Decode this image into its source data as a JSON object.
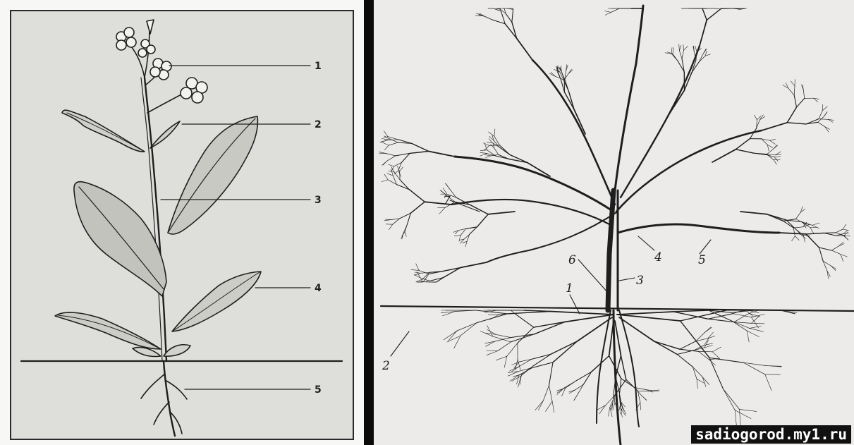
{
  "plant_figure": {
    "labels": [
      "1",
      "2",
      "3",
      "4",
      "5"
    ]
  },
  "tree_figure": {
    "labels": [
      "7",
      "6",
      "4",
      "5",
      "3",
      "1",
      "2"
    ]
  },
  "watermark": {
    "text": "sadiogorod.my1.ru"
  },
  "colors": {
    "ink": "#1e1e1e",
    "paper_left": "#dededb",
    "paper_right": "#ecebe9",
    "frame": "#0a0a0a"
  }
}
